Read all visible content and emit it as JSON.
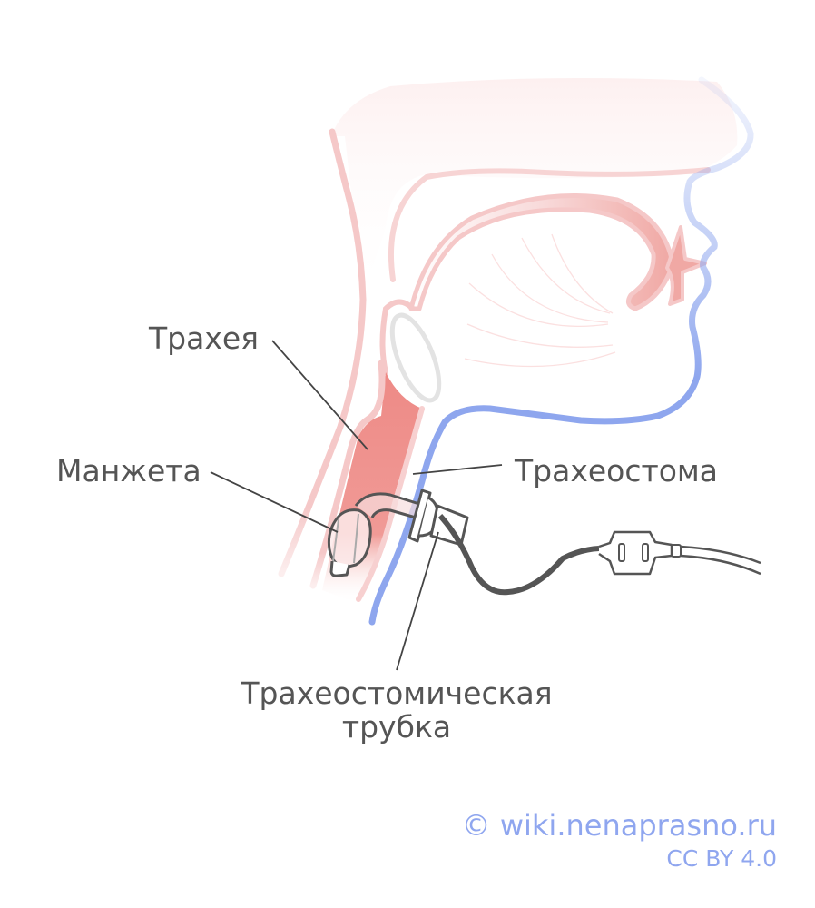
{
  "labels": {
    "trachea": "Трахея",
    "cuff": "Манжета",
    "tracheostoma": "Трахеостома",
    "tube_line1": "Трахеостомическая",
    "tube_line2": "трубка"
  },
  "watermark": {
    "site": "© wiki.nenaprasno.ru",
    "license": "CC BY 4.0"
  },
  "colors": {
    "skin_outline": "#8ea6ee",
    "tissue": "#f5c8c8",
    "trachea_fill": "#ee8a86",
    "tube": "#555555",
    "label": "#555555"
  }
}
